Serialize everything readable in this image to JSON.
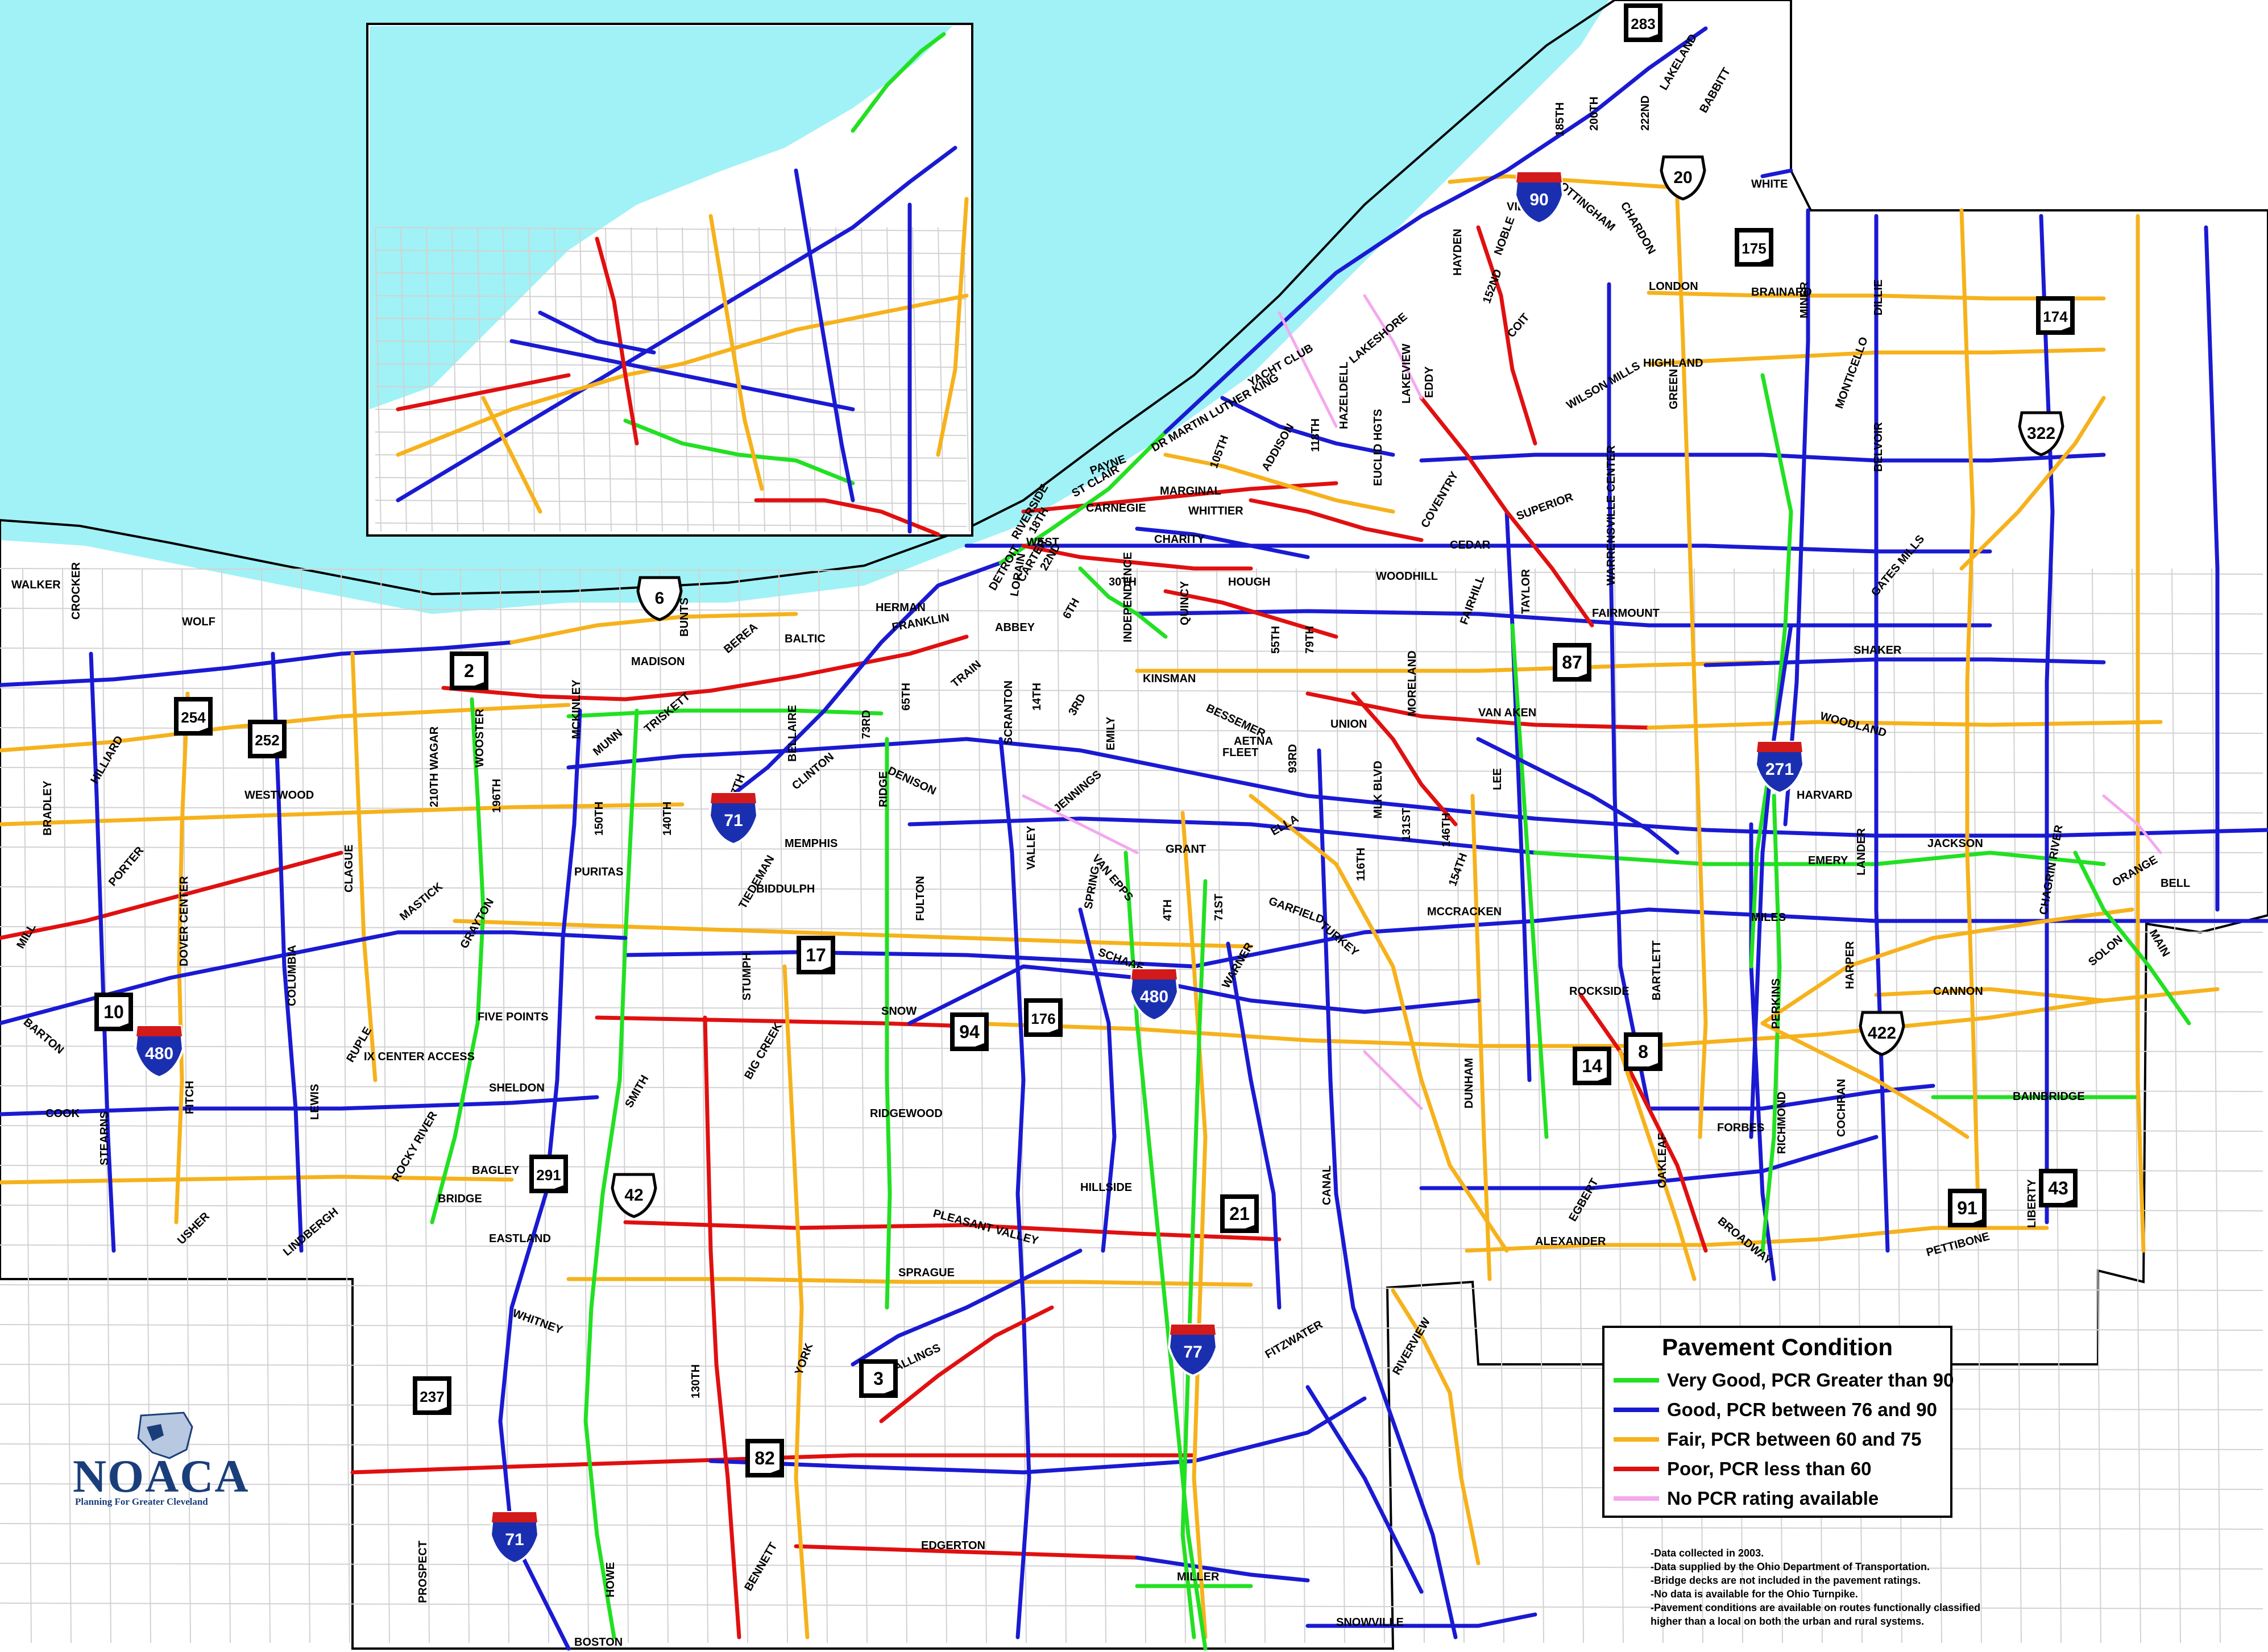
{
  "legend": {
    "title": "Pavement Condition",
    "items": [
      {
        "label": "Very Good, PCR Greater than 90",
        "color": "#22e022"
      },
      {
        "label": "Good, PCR between 76 and 90",
        "color": "#1a1ad2"
      },
      {
        "label": "Fair, PCR between 60 and 75",
        "color": "#f6b21c"
      },
      {
        "label": "Poor, PCR less than 60",
        "color": "#e01010"
      },
      {
        "label": "No PCR rating available",
        "color": "#f4a8ee"
      }
    ]
  },
  "notes": [
    "-Data collected in 2003.",
    "-Data supplied by the Ohio Department of Transportation.",
    "-Bridge decks are not included in the pavement ratings.",
    "-No data is available for the Ohio Turnpike.",
    "-Pavement conditions are available on routes functionally classified",
    "higher than a local on both the urban and rural systems."
  ],
  "logo": {
    "name": "NOACA",
    "tagline": "Planning For Greater Cleveland"
  },
  "colors": {
    "lake": "#a0f2f6",
    "very_good": "#22e022",
    "good": "#1a1ad2",
    "fair": "#f6b21c",
    "poor": "#e01010",
    "no_rating": "#f4a8ee"
  },
  "interstate_shields": [
    "90",
    "271",
    "71",
    "480",
    "480",
    "77",
    "71"
  ],
  "us_shields": [
    "6",
    "20",
    "322",
    "422",
    "42"
  ],
  "state_shields": [
    "283",
    "175",
    "174",
    "2",
    "254",
    "252",
    "87",
    "17",
    "10",
    "94",
    "176",
    "14",
    "8",
    "291",
    "21",
    "91",
    "43",
    "3",
    "237",
    "82"
  ],
  "road_labels": [
    "WALKER",
    "CROCKER",
    "WOLF",
    "BRADLEY",
    "HILLIARD",
    "WESTWOOD",
    "PORTER",
    "DOVER CENTER",
    "MILL",
    "BARTON",
    "COOK",
    "STEARNS",
    "FITCH",
    "USHER",
    "LINDBERGH",
    "LEWIS",
    "COLUMBIA",
    "CLAGUE",
    "MASTICK",
    "GRAYTON",
    "RUPLE",
    "IX CENTER ACCESS",
    "SHELDON",
    "FIVE POINTS",
    "ROCKY RIVER",
    "BAGLEY",
    "BRIDGE",
    "EASTLAND",
    "WHITNEY",
    "PROSPECT",
    "BOSTON",
    "HOWE",
    "BENNETT",
    "EDGERTON",
    "YORK",
    "130TH",
    "WALLINGS",
    "SPRAGUE",
    "PLEASANT VALLEY",
    "HILLSIDE",
    "RIDGEWOOD",
    "SNOW",
    "BIG CREEK",
    "STUMPH",
    "SMITH",
    "PURITAS",
    "150TH",
    "140TH",
    "TIEDEMAN",
    "BIDDULPH",
    "MEMPHIS",
    "FULTON",
    "117TH",
    "CLINTON",
    "DENISON",
    "RIDGE",
    "BELLAIRE",
    "73RD",
    "65TH",
    "TRISKETT",
    "MUNN",
    "MCKINLEY",
    "MADISON",
    "BUNTS",
    "BEREA",
    "BALTIC",
    "HERMAN",
    "FRANKLIN",
    "DETROIT",
    "WOOSTER",
    "210TH WAGAR",
    "196TH",
    "ABBEY",
    "LORAIN",
    "CARTER",
    "TRAIN",
    "SCRANTON",
    "14TH",
    "VALLEY",
    "JENNINGS",
    "VAN EPPS",
    "SPRING",
    "SCHAAF",
    "4TH",
    "GRANT",
    "71ST",
    "WARNER",
    "GARFIELD",
    "TURKEY",
    "CANAL",
    "DUNHAM",
    "ELLA",
    "FLEET",
    "AETNA",
    "BESSEMER",
    "UNION",
    "93RD",
    "116TH",
    "MLK BLVD",
    "131ST",
    "146TH",
    "154TH",
    "MCCRACKEN",
    "LEE",
    "VAN AKEN",
    "FAIRMOUNT",
    "SHAKER",
    "WOODLAND",
    "HARVARD",
    "JACKSON",
    "EMERY",
    "LANDER",
    "HARPER",
    "MILES",
    "CANNON",
    "ROCKSIDE",
    "BARTLETT",
    "PERKINS",
    "BAINBRIDGE",
    "COCHRAN",
    "RICHMOND",
    "FORBES",
    "BROADWAY",
    "OAKLEAF",
    "EGBERT",
    "ALEXANDER",
    "PETTIBONE",
    "LIBERTY",
    "SOLON",
    "CHAGRIN RIVER",
    "ORANGE",
    "BELL",
    "MAIN",
    "GATES MILLS",
    "SUPERIOR",
    "CEDAR",
    "TAYLOR",
    "WARRENSVILLE CENTER",
    "GREEN",
    "BELVOIR",
    "MONTICELLO",
    "WILSON MILLS",
    "HIGHLAND",
    "BRAINARD",
    "MINER",
    "DILLIE",
    "LONDON",
    "NOBLE",
    "COIT",
    "152ND",
    "HAYDEN",
    "EDDY",
    "LAKEVIEW",
    "HAZELDELL",
    "LAKESHORE",
    "YACHT CLUB",
    "DR MARTIN LUTHER KING",
    "ADDISON",
    "105TH",
    "118TH",
    "EUCLID HGTS",
    "COVENTRY",
    "FAIRHILL",
    "WOODHILL",
    "79TH",
    "55TH",
    "QUINCY",
    "HOUGH",
    "WHITTIER",
    "MARGINAL",
    "ST CLAIR",
    "PAYNE",
    "CARNEGIE",
    "CHARITY",
    "30TH",
    "INDEPENDENCE",
    "EMILY",
    "3RD",
    "6TH",
    "22ND",
    "18TH",
    "WEST",
    "RIVERSIDE",
    "NOTTINGHAM",
    "185TH",
    "200TH",
    "222ND",
    "LAKELAND",
    "BABBITT",
    "WHITE",
    "CHARDON",
    "VILLA",
    "RIVERVIEW",
    "FITZWATER",
    "MILLER",
    "SNOWVILLE",
    "KINSMAN",
    "MORELAND"
  ]
}
